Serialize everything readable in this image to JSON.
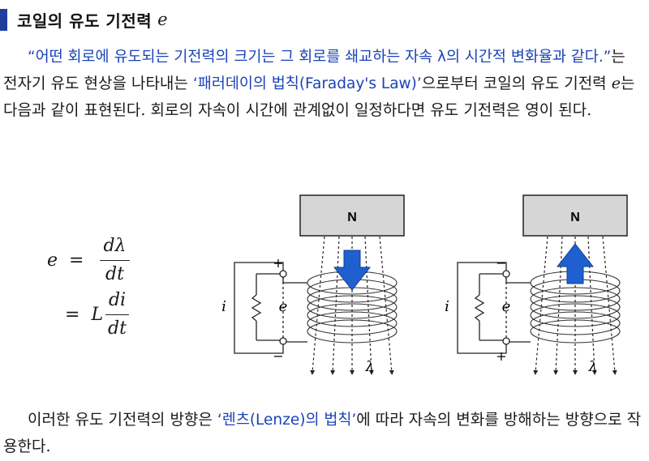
{
  "heading": {
    "title": "코일의 유도 기전력",
    "variable": "e"
  },
  "paragraph1": {
    "quote": "“어떤 회로에 유도되는 기전력의 크기는 그 회로를 쇄교하는 자속 λ의 시간적 변화율과 같다.”",
    "after_quote": "는 전자기 유도 현상을 나타내는 ",
    "law": "‘패러데이의 법칙(Faraday's Law)’",
    "mid": "으로부터 코일의 유도 기전력 ",
    "var_e": "e",
    "end": "는 다음과 같이 표현된다. 회로의 자속이 시간에 관계없이 일정하다면 유도 기전력은 영이 된다."
  },
  "equation": {
    "lhs": "e",
    "equals": "=",
    "frac1_num": "dλ",
    "frac1_den": "dt",
    "rhs2_coef": "L",
    "frac2_num": "di",
    "frac2_den": "dt"
  },
  "figure_left": {
    "magnet_label": "N",
    "current_label": "i",
    "emf_label": "e",
    "top_polarity": "+",
    "bottom_polarity": "−",
    "flux_label": "λ",
    "arrow_direction": "down"
  },
  "figure_right": {
    "magnet_label": "N",
    "current_label": "i",
    "emf_label": "e",
    "top_polarity": "−",
    "bottom_polarity": "+",
    "flux_label": "λ",
    "arrow_direction": "up"
  },
  "paragraph2": {
    "before": "이러한 유도 기전력의 방향은 ",
    "law": "‘렌츠(Lenze)의 법칙’",
    "after": "에 따라 자속의 변화를 방해하는 방향으로 작용한다."
  },
  "colors": {
    "accent_blue": "#1a43b8",
    "heading_bar": "#1f3d9a",
    "magnet_fill": "#d6d6d6",
    "arrow_fill": "#1f5fcf"
  }
}
